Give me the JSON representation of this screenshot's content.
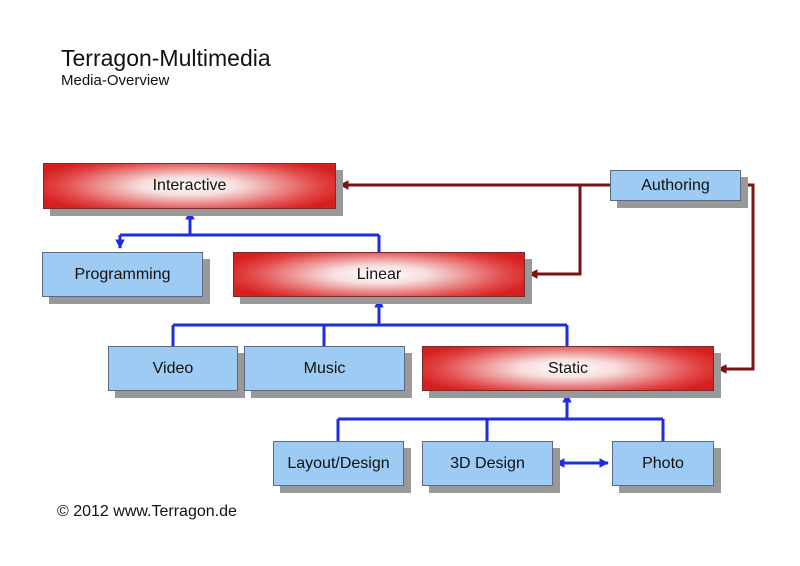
{
  "header": {
    "title": "Terragon-Multimedia",
    "subtitle": "Media-Overview"
  },
  "nodes": {
    "interactive": "Interactive",
    "authoring": "Authoring",
    "programming": "Programming",
    "linear": "Linear",
    "video": "Video",
    "music": "Music",
    "static": "Static",
    "layout_design": "Layout/Design",
    "design_3d": "3D Design",
    "photo": "Photo"
  },
  "colors": {
    "hierarchy_connector": "#1d2ee0",
    "authoring_connector": "#7a1414",
    "primary_node": "#d62020",
    "secondary_node": "#9dcbf3"
  },
  "footer": {
    "copyright": "© 2012 www.Terragon.de"
  }
}
